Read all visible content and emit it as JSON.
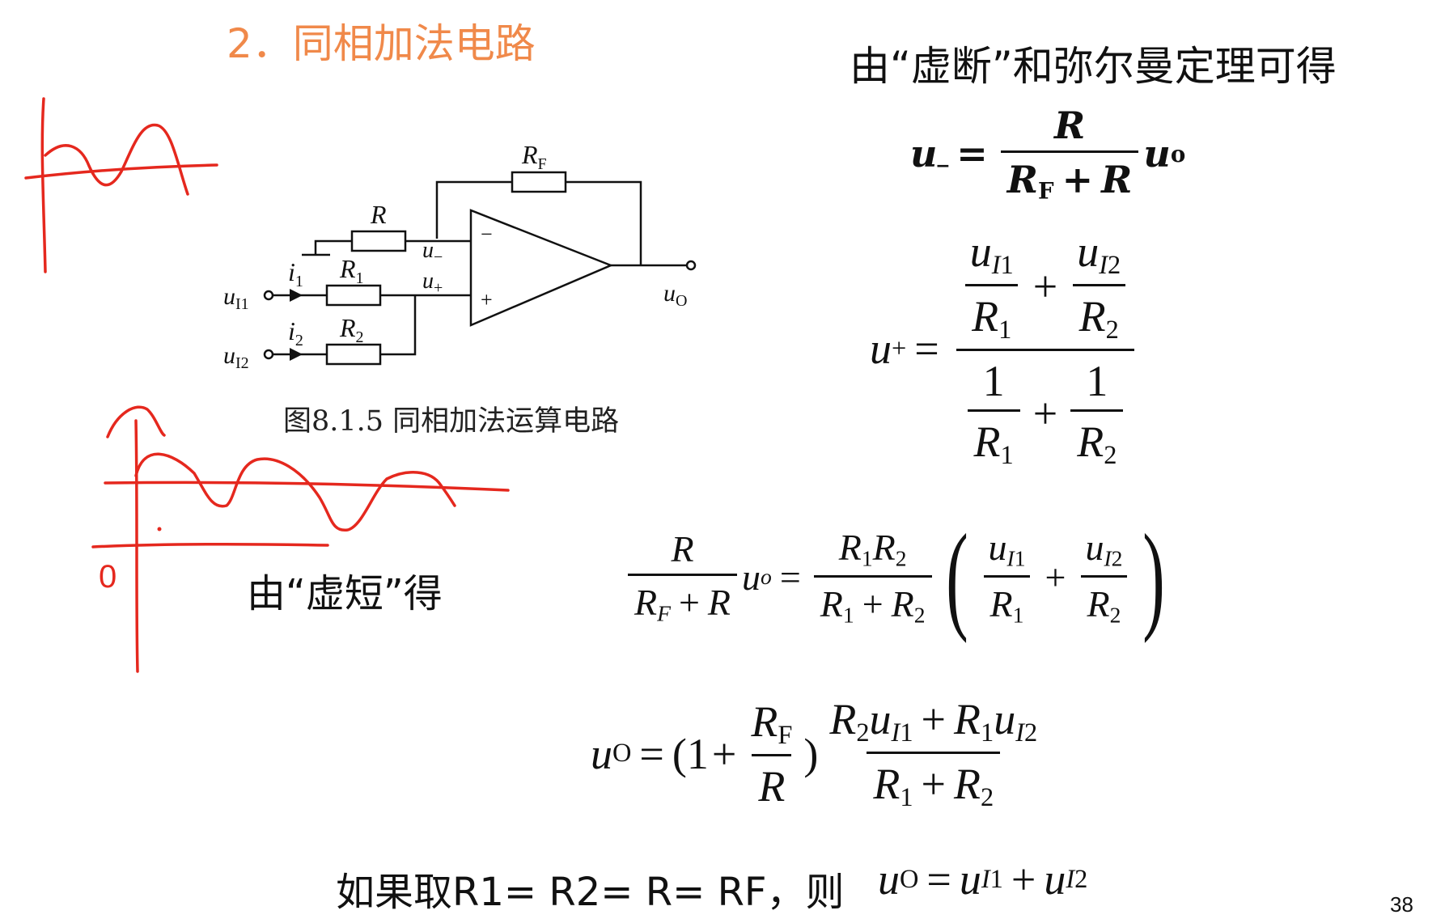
{
  "slide": {
    "title": "2．同相加法电路",
    "intro": "由“虚断”和弥尔曼定理可得",
    "caption": "图8.1.5 同相加法运算电路",
    "short_text": "由“虚短”得",
    "conclusion_text": "如果取R1= R2= R= RF，则",
    "page_number": "38"
  },
  "circuit_labels": {
    "rf": "R",
    "rf_sub": "F",
    "r": "R",
    "r1": "R",
    "r1_sub": "1",
    "r2": "R",
    "r2_sub": "2",
    "i1": "i",
    "i1_sub": "1",
    "i2": "i",
    "i2_sub": "2",
    "u_minus": "u",
    "u_minus_sub": "−",
    "u_plus": "u",
    "u_plus_sub": "+",
    "minus_sign": "−",
    "plus_sign": "+",
    "ui1": "u",
    "ui1_sub": "I1",
    "ui2": "u",
    "ui2_sub": "I2",
    "uo": "u",
    "uo_sub": "O"
  },
  "sketch_labels": {
    "origin": "0"
  },
  "colors": {
    "title": "#f0894a",
    "annotation": "#e5281e"
  }
}
